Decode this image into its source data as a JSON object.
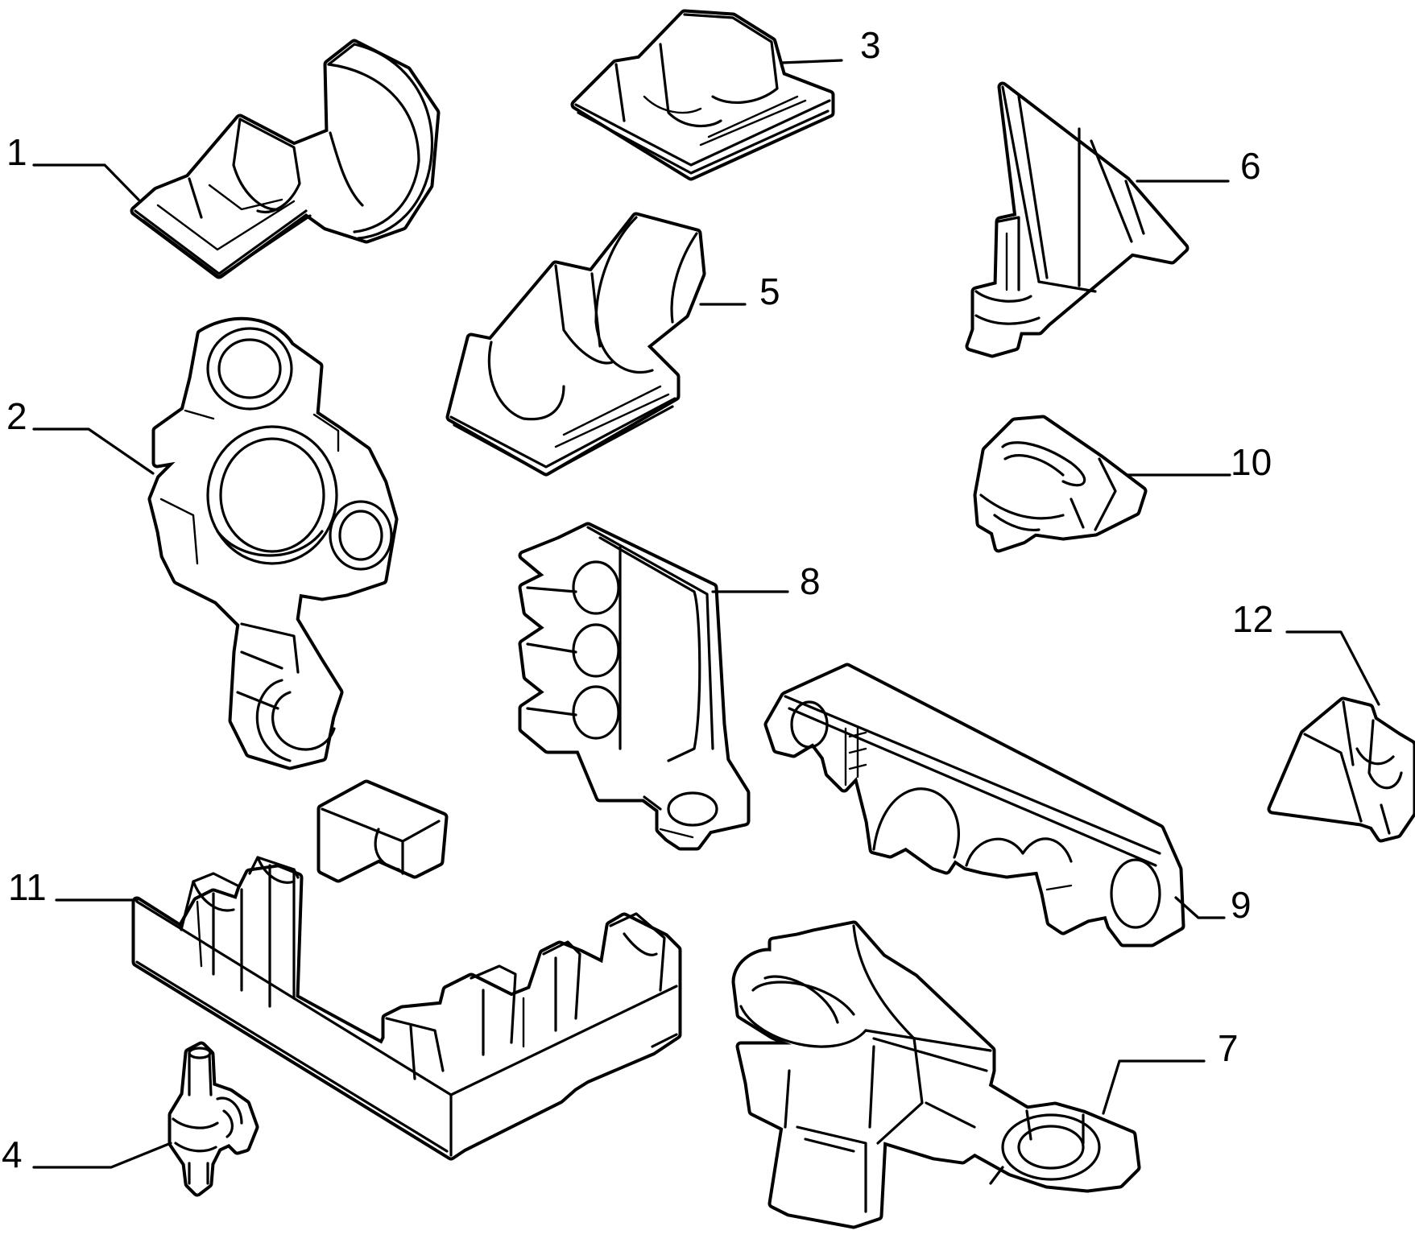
{
  "callouts": [
    {
      "id": "1",
      "label": "1"
    },
    {
      "id": "2",
      "label": "2"
    },
    {
      "id": "3",
      "label": "3"
    },
    {
      "id": "4",
      "label": "4"
    },
    {
      "id": "5",
      "label": "5"
    },
    {
      "id": "6",
      "label": "6"
    },
    {
      "id": "7",
      "label": "7"
    },
    {
      "id": "8",
      "label": "8"
    },
    {
      "id": "9",
      "label": "9"
    },
    {
      "id": "10",
      "label": "10"
    },
    {
      "id": "11",
      "label": "11"
    },
    {
      "id": "12",
      "label": "12"
    }
  ]
}
